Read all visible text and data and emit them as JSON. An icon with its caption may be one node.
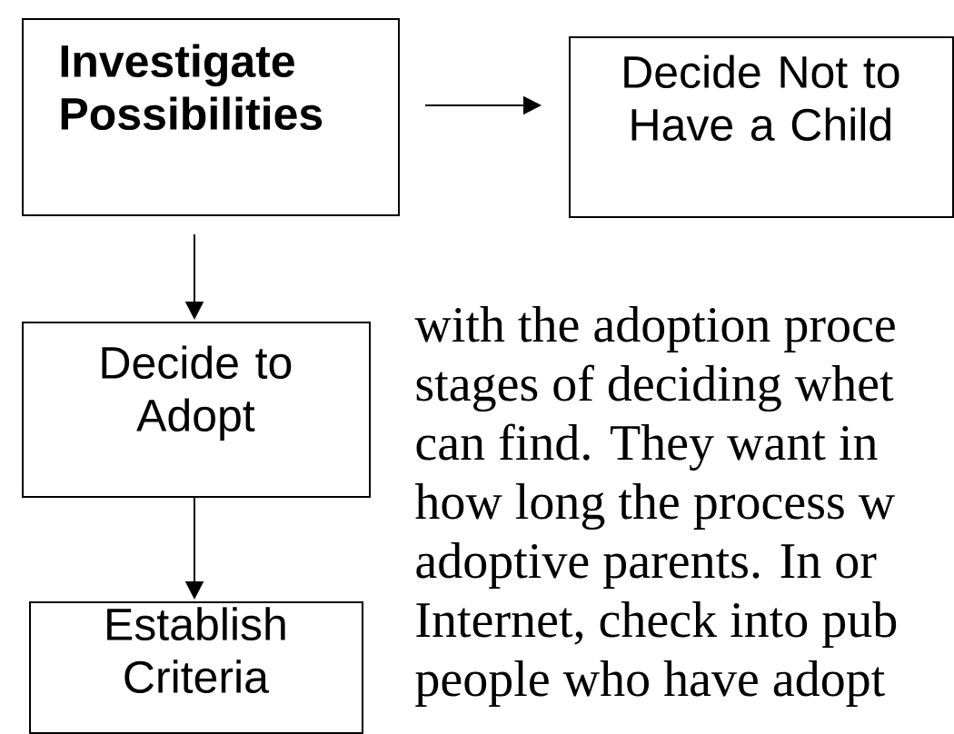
{
  "diagram": {
    "nodes": [
      {
        "text": [
          "Investigate Possibilities"
        ]
      },
      {
        "text": [
          "Decide Not to Have a Child"
        ]
      },
      {
        "text": [
          "Decide to Adopt"
        ]
      },
      {
        "text": [
          "Establish Criteria"
        ]
      }
    ],
    "edges": [
      {
        "from": 0,
        "to": 1,
        "arrow": "to"
      },
      {
        "from": 0,
        "to": 2,
        "arrow": "to"
      },
      {
        "from": 2,
        "to": 3,
        "arrow": "to"
      }
    ],
    "labels": [
      "with the adoption proce",
      "stages of deciding whet",
      "can find.  They want in",
      "how long the process w",
      "adoptive parents.  In or",
      "Internet, check into pub",
      "people who have adopt"
    ]
  }
}
